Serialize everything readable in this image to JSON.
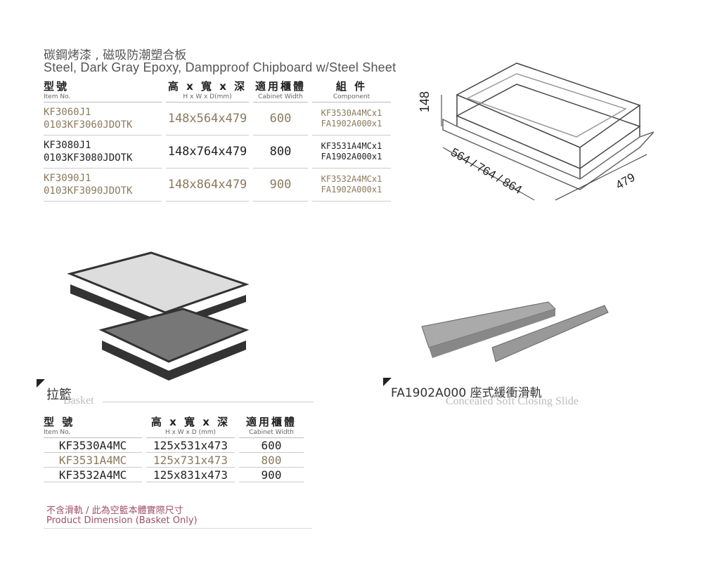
{
  "header": {
    "material_zh": "碳鋼烤漆 , 磁吸防潮塑合板",
    "material_en": "Steel, Dark Gray Epoxy, Dampproof Chipboard w/Steel Sheet"
  },
  "main_table": {
    "headers": [
      {
        "zh": "型號",
        "en": "Item No."
      },
      {
        "zh": "高 x 寬 x 深",
        "en": "H x W x D(mm)"
      },
      {
        "zh": "適用櫃體",
        "en": "Cabinet Width"
      },
      {
        "zh": "組 件",
        "en": "Component"
      }
    ],
    "rows": [
      {
        "item": "KF3060J1",
        "code": "0103KF3060JDOTK",
        "dim": "148x564x479",
        "width": "600",
        "comp1": "KF3530A4MCx1",
        "comp2": "FA1902A000x1"
      },
      {
        "item": "KF3080J1",
        "code": "0103KF3080JDOTK",
        "dim": "148x764x479",
        "width": "800",
        "comp1": "KF3531A4MCx1",
        "comp2": "FA1902A000x1"
      },
      {
        "item": "KF3090J1",
        "code": "0103KF3090JDOTK",
        "dim": "148x864x479",
        "width": "900",
        "comp1": "KF3532A4MCx1",
        "comp2": "FA1902A000x1"
      }
    ]
  },
  "diagram": {
    "height": "148",
    "width": "564 / 764 / 864",
    "depth": "479"
  },
  "basket": {
    "title_zh": "拉籃",
    "title_en": "Basket",
    "headers": [
      {
        "zh": "型 號",
        "en": "Item No."
      },
      {
        "zh": "高 x 寬 x 深",
        "en": "H x W x D (mm)"
      },
      {
        "zh": "適用櫃體",
        "en": "Cabinet Width"
      }
    ],
    "rows": [
      {
        "item": "KF3530A4MC",
        "dim": "125x531x473",
        "width": "600"
      },
      {
        "item": "KF3531A4MC",
        "dim": "125x731x473",
        "width": "800"
      },
      {
        "item": "KF3532A4MC",
        "dim": "125x831x473",
        "width": "900"
      }
    ],
    "note_zh": "不含滑軌 / 此為空籃本體實際尺寸",
    "note_en": "Product Dimension (Basket Only)"
  },
  "slide": {
    "title": "FA1902A000 座式緩衝滑軌",
    "subtitle": "Concealed Soft Closing Slide"
  }
}
